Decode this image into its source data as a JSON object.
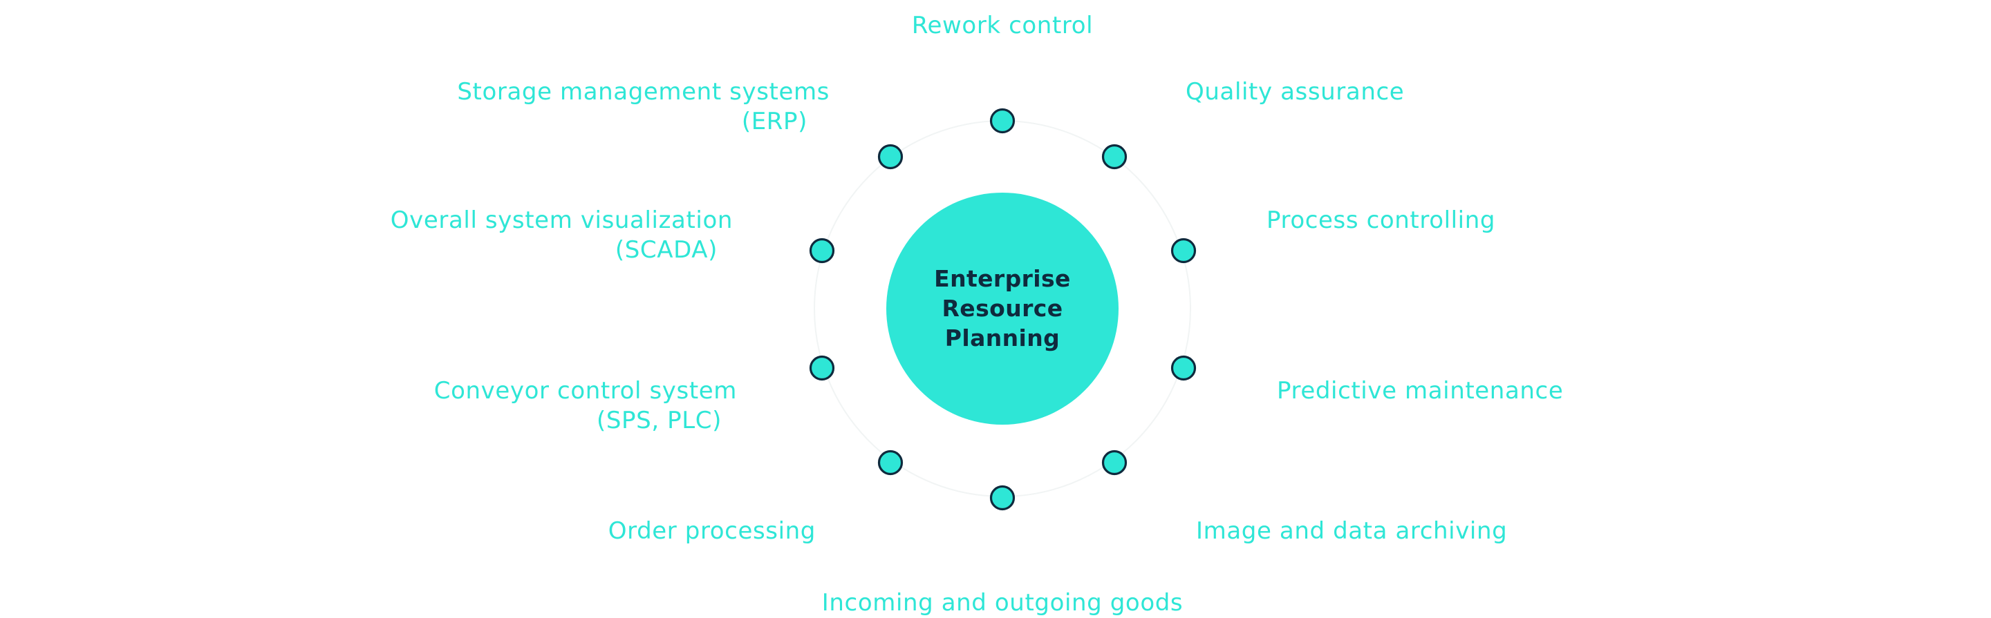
{
  "colors": {
    "accent": "#2ee6d6",
    "center_text": "#0f2a3d",
    "node_outline": "#0f2a3d",
    "ring": "#f1f4f4",
    "background": "#ffffff"
  },
  "center": {
    "lines": [
      "Enterprise",
      "Resource",
      "Planning"
    ]
  },
  "labels": {
    "rework_control": "Rework control",
    "quality_assurance": "Quality assurance",
    "storage_line1": "Storage management systems",
    "storage_line2": "(ERP)",
    "process_controlling": "Process controlling",
    "visualization_line1": "Overall system visualization",
    "visualization_line2": "(SCADA)",
    "predictive_maintenance": "Predictive maintenance",
    "conveyor_line1": "Conveyor control system",
    "conveyor_line2": "(SPS, PLC)",
    "image_archiving": "Image and data archiving",
    "order_processing": "Order processing",
    "incoming_outgoing": "Incoming and outgoing goods"
  }
}
